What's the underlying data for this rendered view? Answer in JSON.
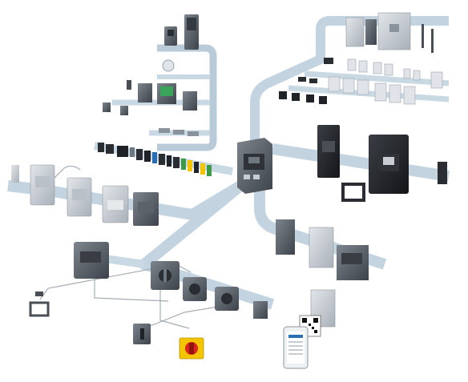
{
  "scene": {
    "colors": {
      "rail_top": "#c9d9e4",
      "rail_side": "#9fb6c6",
      "rail_edge": "#b7cad8",
      "device_dark": "#4a4f56",
      "device_mid": "#6f7780",
      "device_light": "#c8cdd3",
      "device_black": "#1f2226",
      "accent_yellow": "#f2c500",
      "accent_red": "#d9231d",
      "accent_green": "#3c9a4a",
      "accent_blue": "#2b6fb3",
      "wire": "#9aa3ab"
    },
    "objects": [
      "central-circuit-breaker",
      "upper-left-shelf-display-units",
      "left-rail-modules",
      "upper-right-rail-busbar-terminals",
      "right-rail-black-breakers",
      "lower-right-rail-modules",
      "lower-left-rail-rotary-drives",
      "door-handles",
      "smartphone-qr-code"
    ]
  }
}
